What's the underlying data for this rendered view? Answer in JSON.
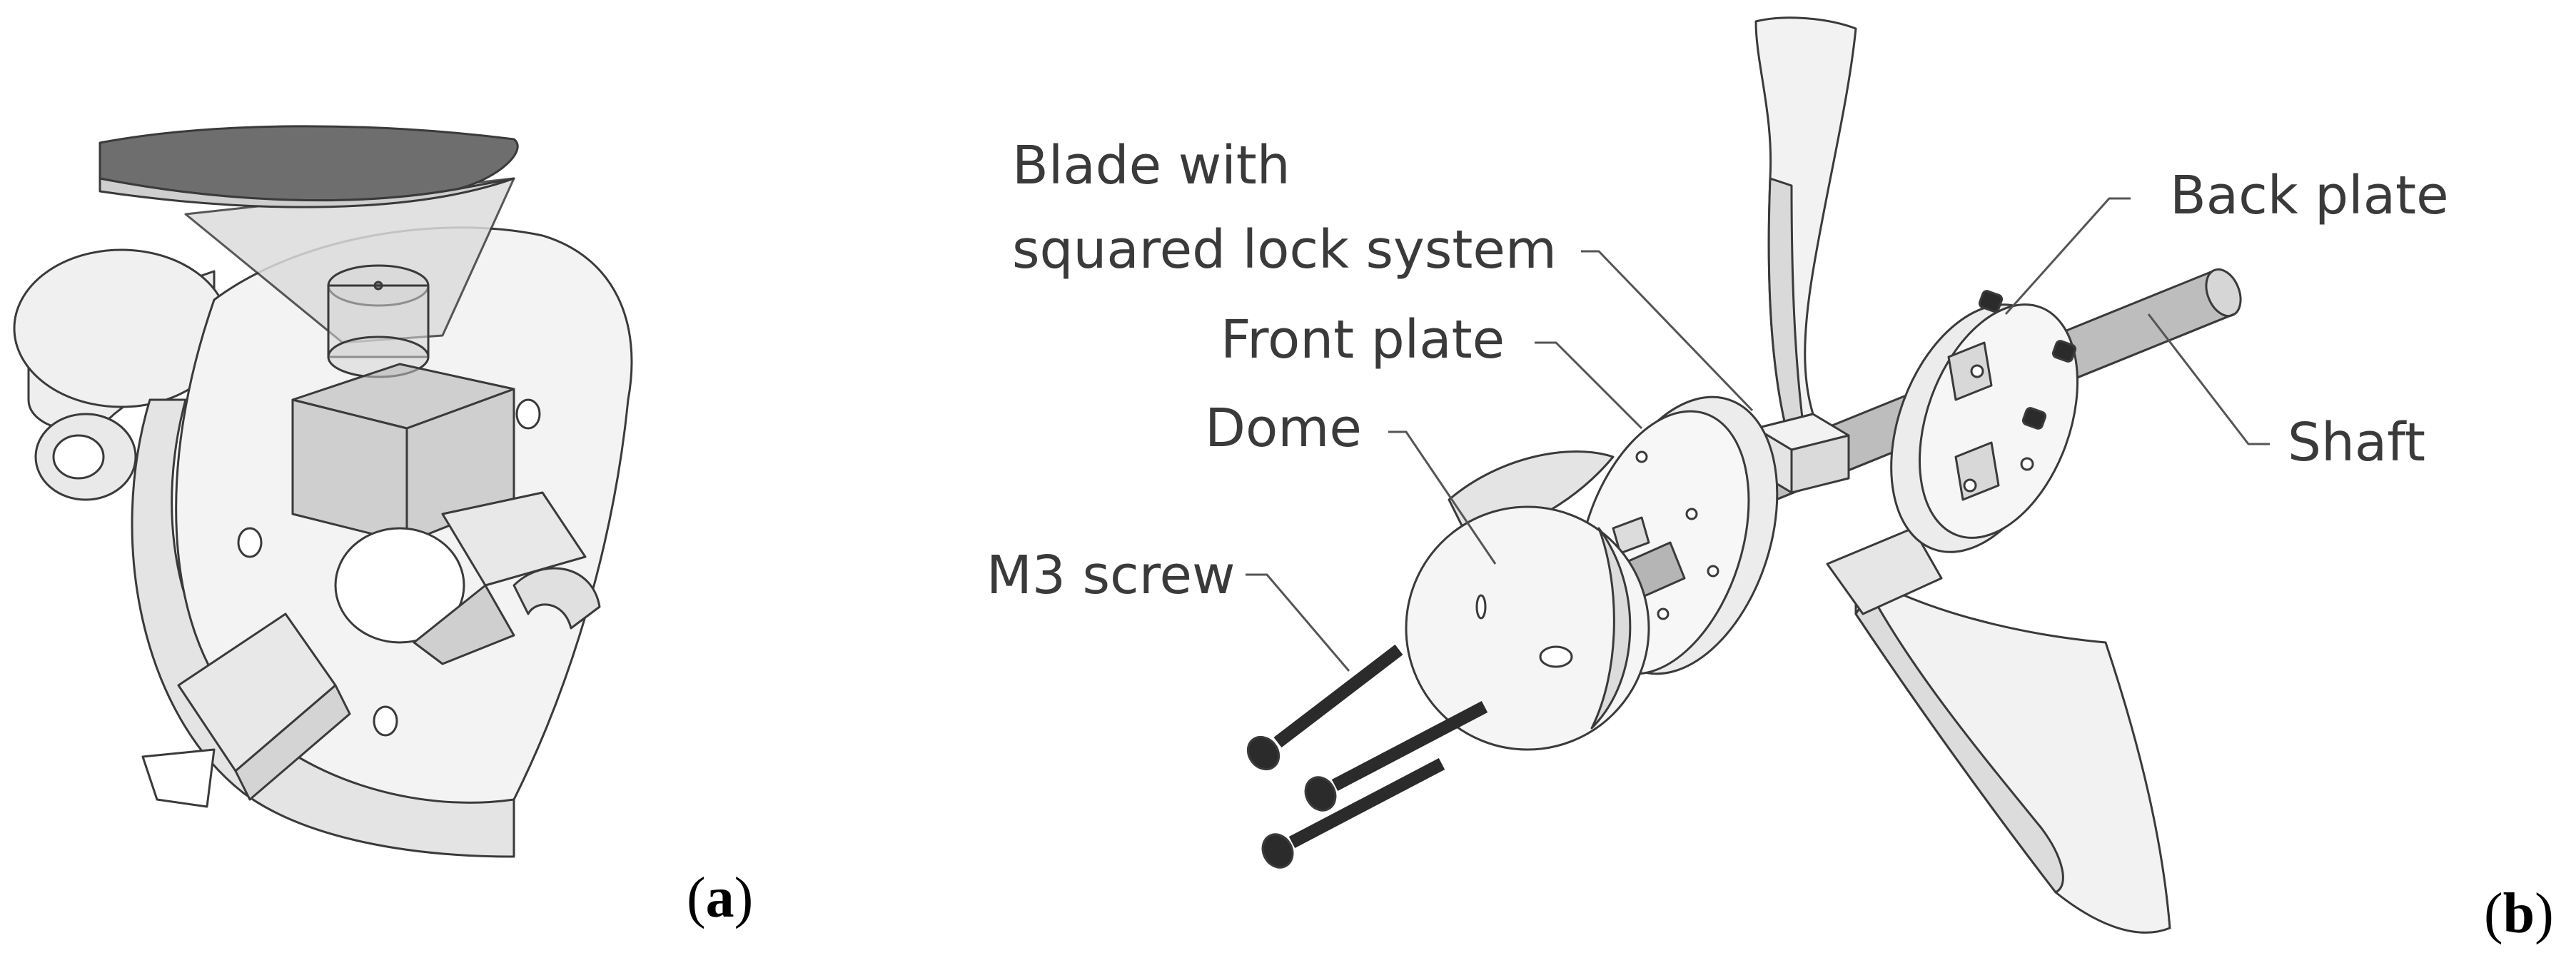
{
  "panels": {
    "a": {
      "label_open": "(",
      "label_letter": "a",
      "label_close": ")"
    },
    "b": {
      "label_open": "(",
      "label_letter": "b",
      "label_close": ")"
    }
  },
  "callouts": {
    "blade_line1": "Blade with",
    "blade_line2": "squared lock system",
    "front_plate": "Front plate",
    "dome": "Dome",
    "m3_screw": "M3 screw",
    "back_plate": "Back plate",
    "shaft": "Shaft"
  },
  "colors": {
    "line": "#3a3a3a",
    "part_fill": "#f2f2f2",
    "part_shade": "#d9d9d9",
    "blade_top": "#6e6e6e",
    "screw": "#2b2b2b",
    "glass": "#b8b8b8"
  }
}
